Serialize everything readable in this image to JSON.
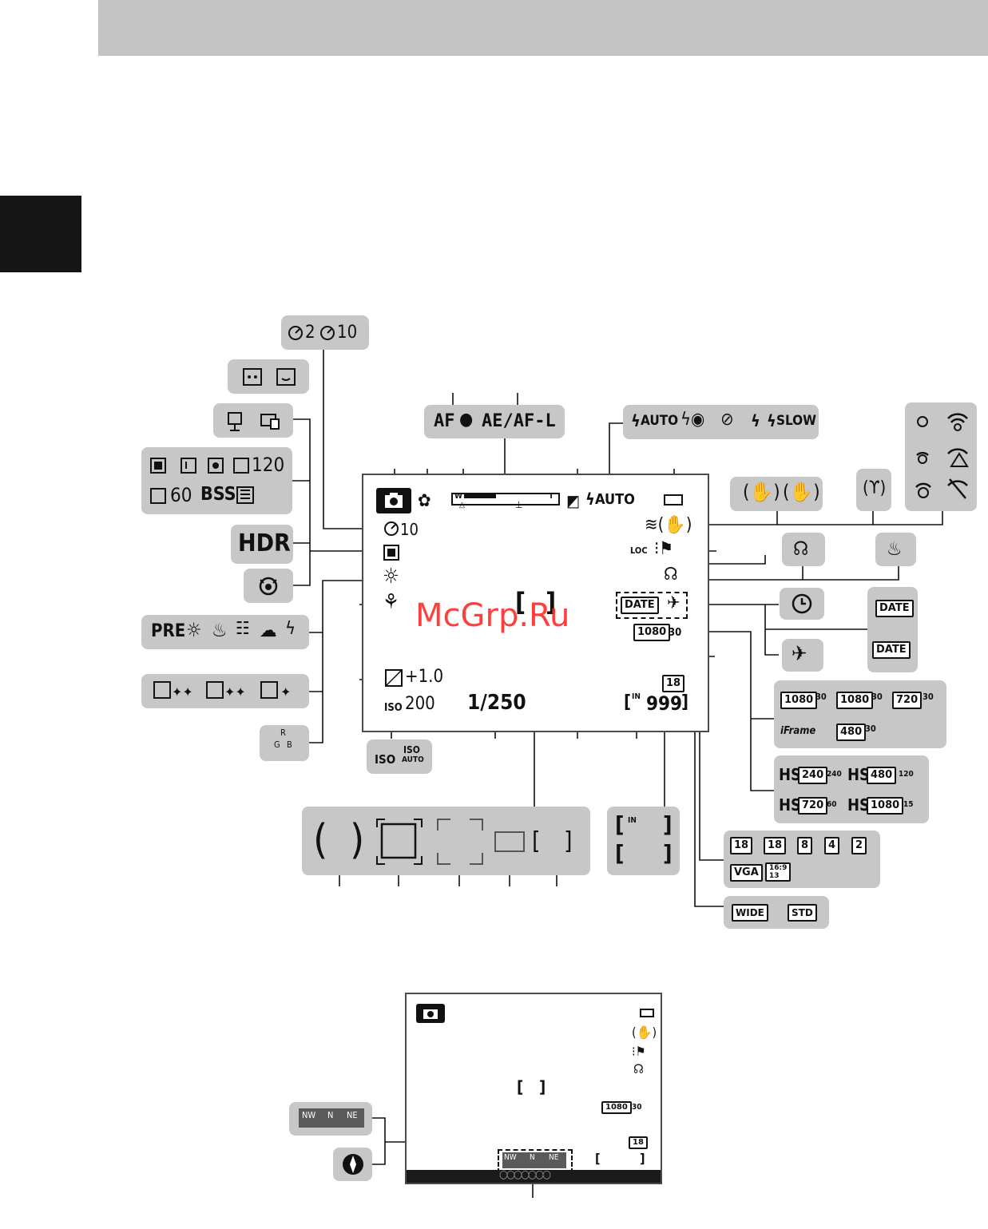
{
  "watermark": "McGrp.Ru",
  "shooting_screen": {
    "shutter_speed": "1/250",
    "iso_value": "200",
    "iso_label": "ISO",
    "exposure_comp": "+1.0",
    "frames_remaining": "999",
    "internal_memory": "IN",
    "self_timer_value": "10",
    "flash_mode": "AUTO",
    "loc_label": "LOC",
    "date_label": "DATE",
    "movie_resolution": "1080",
    "movie_fps": "30",
    "image_size": "18",
    "zoom_w": "W",
    "zoom_t": "T"
  },
  "callouts": {
    "self_timer_options": [
      "2",
      "10"
    ],
    "af_label": "AF",
    "ae_af_lock": "AE/AF-L",
    "flash_options": [
      "AUTO",
      "SLOW"
    ],
    "hdr": "HDR",
    "continuous_options": [
      "120",
      "60",
      "BSS"
    ],
    "pre_label": "PRE",
    "iso_options": [
      "ISO",
      "ISO",
      "AUTO"
    ],
    "rgb": [
      "R",
      "G",
      "B"
    ],
    "date_options": [
      "DATE",
      "DATE"
    ],
    "memory_in": "IN",
    "movie_options": [
      "1080",
      "1080",
      "720",
      "480"
    ],
    "movie_fps": [
      "30",
      "30",
      "30",
      "30"
    ],
    "iframe": "iFrame",
    "hs_label": "HS",
    "hs_options": [
      "240",
      "480",
      "720",
      "1080"
    ],
    "hs_fps": [
      "240",
      "120",
      "60",
      "15"
    ],
    "image_sizes": [
      "18",
      "18",
      "8",
      "4",
      "2",
      "VGA",
      "16:9",
      "13"
    ],
    "panorama": [
      "WIDE",
      "STD"
    ]
  },
  "compass_screen": {
    "dirs": [
      "NW",
      "N",
      "NE"
    ],
    "movie_resolution": "1080",
    "movie_fps": "30",
    "image_size": "18"
  }
}
